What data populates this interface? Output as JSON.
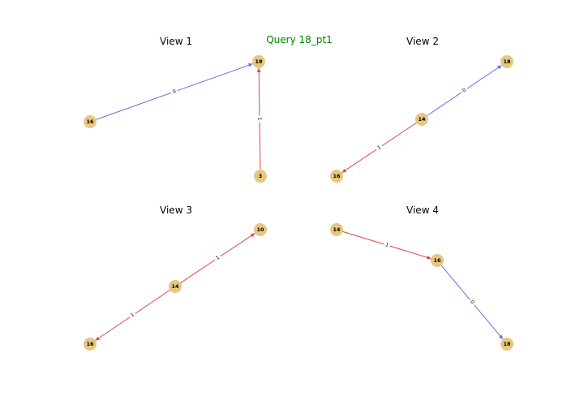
{
  "title": "Query 18_pt1",
  "colors": {
    "node": "#e6c77f",
    "edge_0": "#6b6be0",
    "edge_1": "#d94a4a",
    "title": "#008000"
  },
  "views": [
    {
      "title": "View 1",
      "nodes": [
        {
          "id": "18"
        },
        {
          "id": "16"
        },
        {
          "id": "3"
        }
      ],
      "edges": [
        {
          "from": "16",
          "to": "18",
          "label": "0",
          "color": "edge_0"
        },
        {
          "from": "3",
          "to": "18",
          "label": "1",
          "color": "edge_1"
        }
      ]
    },
    {
      "title": "View 2",
      "nodes": [
        {
          "id": "18"
        },
        {
          "id": "14"
        },
        {
          "id": "16"
        }
      ],
      "edges": [
        {
          "from": "14",
          "to": "18",
          "label": "0",
          "color": "edge_0"
        },
        {
          "from": "14",
          "to": "16",
          "label": "1",
          "color": "edge_1"
        }
      ]
    },
    {
      "title": "View 3",
      "nodes": [
        {
          "id": "10"
        },
        {
          "id": "14"
        },
        {
          "id": "16"
        }
      ],
      "edges": [
        {
          "from": "14",
          "to": "10",
          "label": "1",
          "color": "edge_1"
        },
        {
          "from": "14",
          "to": "16",
          "label": "1",
          "color": "edge_1"
        }
      ]
    },
    {
      "title": "View 4",
      "nodes": [
        {
          "id": "14"
        },
        {
          "id": "16"
        },
        {
          "id": "18"
        }
      ],
      "edges": [
        {
          "from": "14",
          "to": "16",
          "label": "1",
          "color": "edge_1"
        },
        {
          "from": "16",
          "to": "18",
          "label": "0",
          "color": "edge_0"
        }
      ]
    }
  ]
}
